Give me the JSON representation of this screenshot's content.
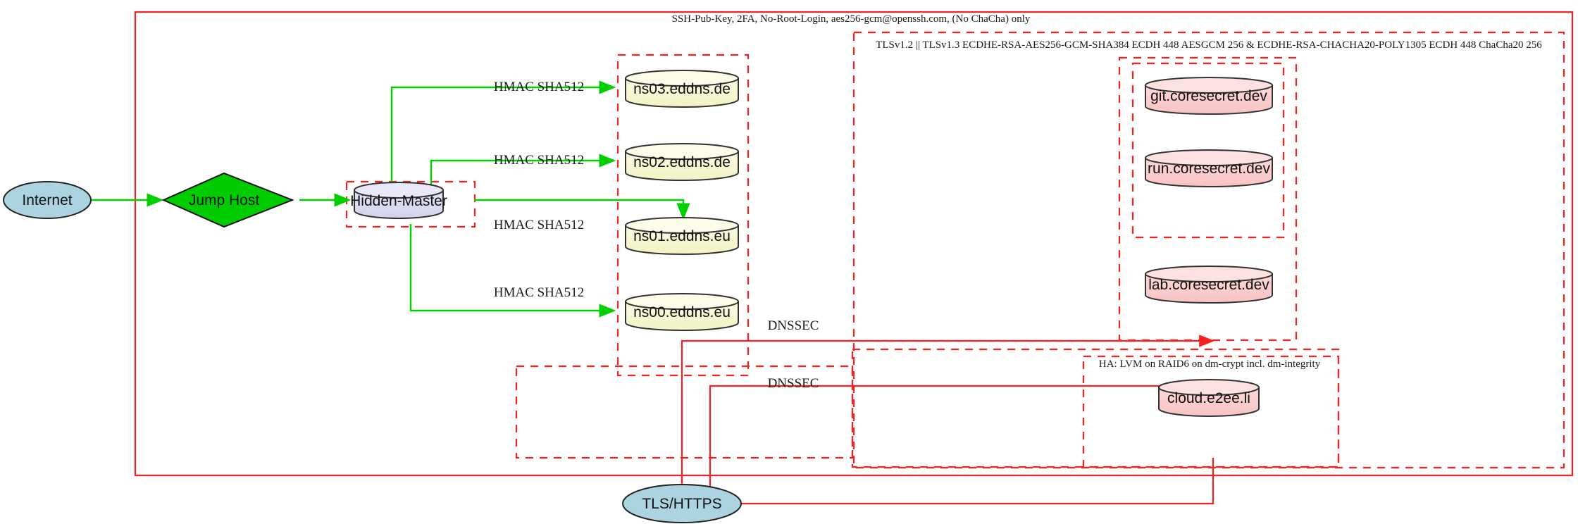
{
  "diagram": {
    "title_banner": "SSH-Pub-Key, 2FA, No-Root-Login, aes256-gcm@openssh.com, (No ChaCha) only",
    "tls_banner": "TLSv1.2 || TLSv1.3 ECDHE-RSA-AES256-GCM-SHA384 ECDH 448 AESGCM 256 & ECDHE-RSA-CHACHA20-POLY1305 ECDH 448 ChaCha20 256",
    "ha_banner": "HA: LVM on RAID6 on dm-crypt incl. dm-integrity"
  },
  "nodes": {
    "internet": "Internet",
    "jump_host": "Jump Host",
    "hidden_master": "Hidden-Master",
    "ns03": "ns03.eddns.de",
    "ns02": "ns02.eddns.de",
    "ns01": "ns01.eddns.eu",
    "ns00": "ns00.eddns.eu",
    "git": "git.coresecret.dev",
    "run": "run.coresecret.dev",
    "lab": "lab.coresecret.dev",
    "cloud": "cloud.e2ee.li",
    "tls_https": "TLS/HTTPS"
  },
  "edge_labels": {
    "hmac_ns03": "HMAC SHA512",
    "hmac_ns02": "HMAC SHA512",
    "hmac_ns01": "HMAC SHA512",
    "hmac_ns00": "HMAC SHA512",
    "dnssec_upper": "DNSSEC",
    "dnssec_lower": "DNSSEC"
  },
  "colors": {
    "red": "#fb2020",
    "green": "#00d000",
    "cyl_yellow": "#f7f7d0",
    "cyl_pink": "#fbcfcf",
    "cyl_lavender": "#dcdcf0",
    "ellipse_blue": "#acd3e0",
    "diamond_green": "#00cc00"
  }
}
